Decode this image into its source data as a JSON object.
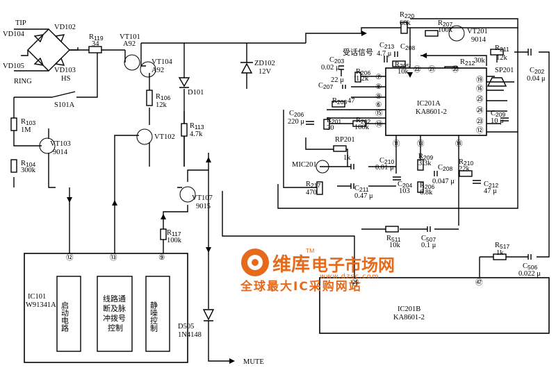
{
  "terminals": {
    "tip": "TIP",
    "ring": "RING",
    "mute": "MUTE",
    "received_signal": "受话信号"
  },
  "components": {
    "vd104": "VD104",
    "vd102": "VD102",
    "vd105": "VD105",
    "vd103": "VD103",
    "hs": "HS",
    "r119_name": "R",
    "r119_sub": "119",
    "r119_val": "34",
    "vt101": "VT101",
    "vt101_type": "A92",
    "vt104": "VT104",
    "vt104_type": "A92",
    "r106_name": "R",
    "r106_sub": "106",
    "r106_val": "12k",
    "vt102": "VT102",
    "d101": "D101",
    "r113_name": "R",
    "r113_sub": "113",
    "r113_val": "4.7k",
    "zd102": "ZD102",
    "zd102_val": "12V",
    "s101a": "S101A",
    "r103_name": "R",
    "r103_sub": "103",
    "r103_val": "1M",
    "r104_name": "R",
    "r104_sub": "104",
    "r104_val": "300k",
    "vt103": "VT103",
    "vt103_type": "9014",
    "vt107": "VT107",
    "vt107_type": "9015",
    "r117_name": "R",
    "r117_sub": "117",
    "r117_val": "100k",
    "d505": "D505",
    "d505_type": "1N4148",
    "c203_name": "C",
    "c203_sub": "203",
    "c203_val": "0.02 μ",
    "c213_name": "C",
    "c213_sub": "213",
    "c213_val": "4.7 μ",
    "c208a_name": "C",
    "c208a_sub": "208",
    "r206a_name": "R",
    "r206a_sub": "206",
    "r206a_val": "1.2k",
    "r205_name": "R",
    "r205_sub": "205",
    "r205_val": "10k",
    "c207_name": "C",
    "c207_sub": "207",
    "c207_val": "22 μ",
    "r220_name": "R",
    "r220_sub": "220",
    "r220_val": "68k",
    "r207_name": "R",
    "r207_sub": "207",
    "r207_val": "100k",
    "vt201": "VT201",
    "vt201_type": "9014",
    "r211_name": "R",
    "r211_sub": "211",
    "r211_val": "12k",
    "r212_name": "R",
    "r212_sub": "212",
    "r212_val": "30k",
    "sp201": "SP201",
    "c202_name": "C",
    "c202_sub": "202",
    "c202_val": "0.04 μ",
    "r203_name": "R",
    "r203_sub": "203",
    "r203_val": "47",
    "c206_name": "C",
    "c206_sub": "206",
    "c206_val": "220 μ",
    "r201_name": "R",
    "r201_sub": "201",
    "r201_val": "30",
    "r202_name": "R",
    "r202_sub": "202",
    "r202_val": "100k",
    "rp201": "RP201",
    "rp201_val": "1k",
    "mic201": "MIC201",
    "c210_name": "C",
    "c210_sub": "210",
    "c210_val": "0.01 μ",
    "r217_name": "R",
    "r217_sub": "217",
    "r217_val": "470",
    "c211_name": "C",
    "c211_sub": "211",
    "c211_val": "0.47 μ",
    "c209_name": "C",
    "c209_sub": "209",
    "c209_val": "10 μ",
    "r209_name": "R",
    "r209_sub": "209",
    "r209_val": "3.3k",
    "c208b_name": "C",
    "c208b_sub": "208",
    "c208b_val": "0.047 μ",
    "r210_name": "R",
    "r210_sub": "210",
    "r210_val": "22k",
    "c204_name": "C",
    "c204_sub": "204",
    "c204_val": "103",
    "r206b_name": "R",
    "r206b_sub": "206",
    "r206b_val": "6.8k",
    "c212_name": "C",
    "c212_sub": "212",
    "c212_val": "47 μ",
    "r511_name": "R",
    "r511_sub": "511",
    "r511_val": "10k",
    "c507_name": "C",
    "c507_sub": "507",
    "c507_val": "0.1 μ",
    "r517_name": "R",
    "r517_sub": "517",
    "r517_val": "1k",
    "c506_name": "C",
    "c506_sub": "506",
    "c506_val": "0.022 μ"
  },
  "ics": {
    "ic201a": "IC201A",
    "ic201a_type": "KA8601-2",
    "ic201b": "IC201B",
    "ic201b_type": "KA8601-2",
    "ic101": "IC101",
    "ic101_type": "W91341A",
    "ic101_block1": "启动电路",
    "ic101_block2_l1": "线路通",
    "ic101_block2_l2": "断及脉",
    "ic101_block2_l3": "冲拨号",
    "ic101_block2_l4": "控制",
    "ic101_block3": "静噪控制"
  },
  "pins": {
    "p7": "⑦",
    "p8": "⑧",
    "p9": "⑨",
    "p6": "⑥",
    "p15": "⑮",
    "p18": "⑱",
    "p11": "⑪",
    "p13": "⑬",
    "p14": "⑭",
    "p22": "㉒",
    "p21": "㉑",
    "p20": "⑳",
    "p19": "⑲",
    "p16": "⑯",
    "p25": "㉕",
    "p24": "㉔",
    "p23": "㉓",
    "p12": "⑫",
    "ic101_p12": "⑫",
    "ic101_p13": "⑬",
    "ic101_p9": "⑨",
    "ic201b_p26": "㉖",
    "ic201b_p47": "㊼"
  },
  "watermark": {
    "brand": "维库",
    "tagline": "电子市场网",
    "tm": "TM",
    "url": "www.dzsc.com",
    "slogan": "全球最大IC采购网站"
  }
}
